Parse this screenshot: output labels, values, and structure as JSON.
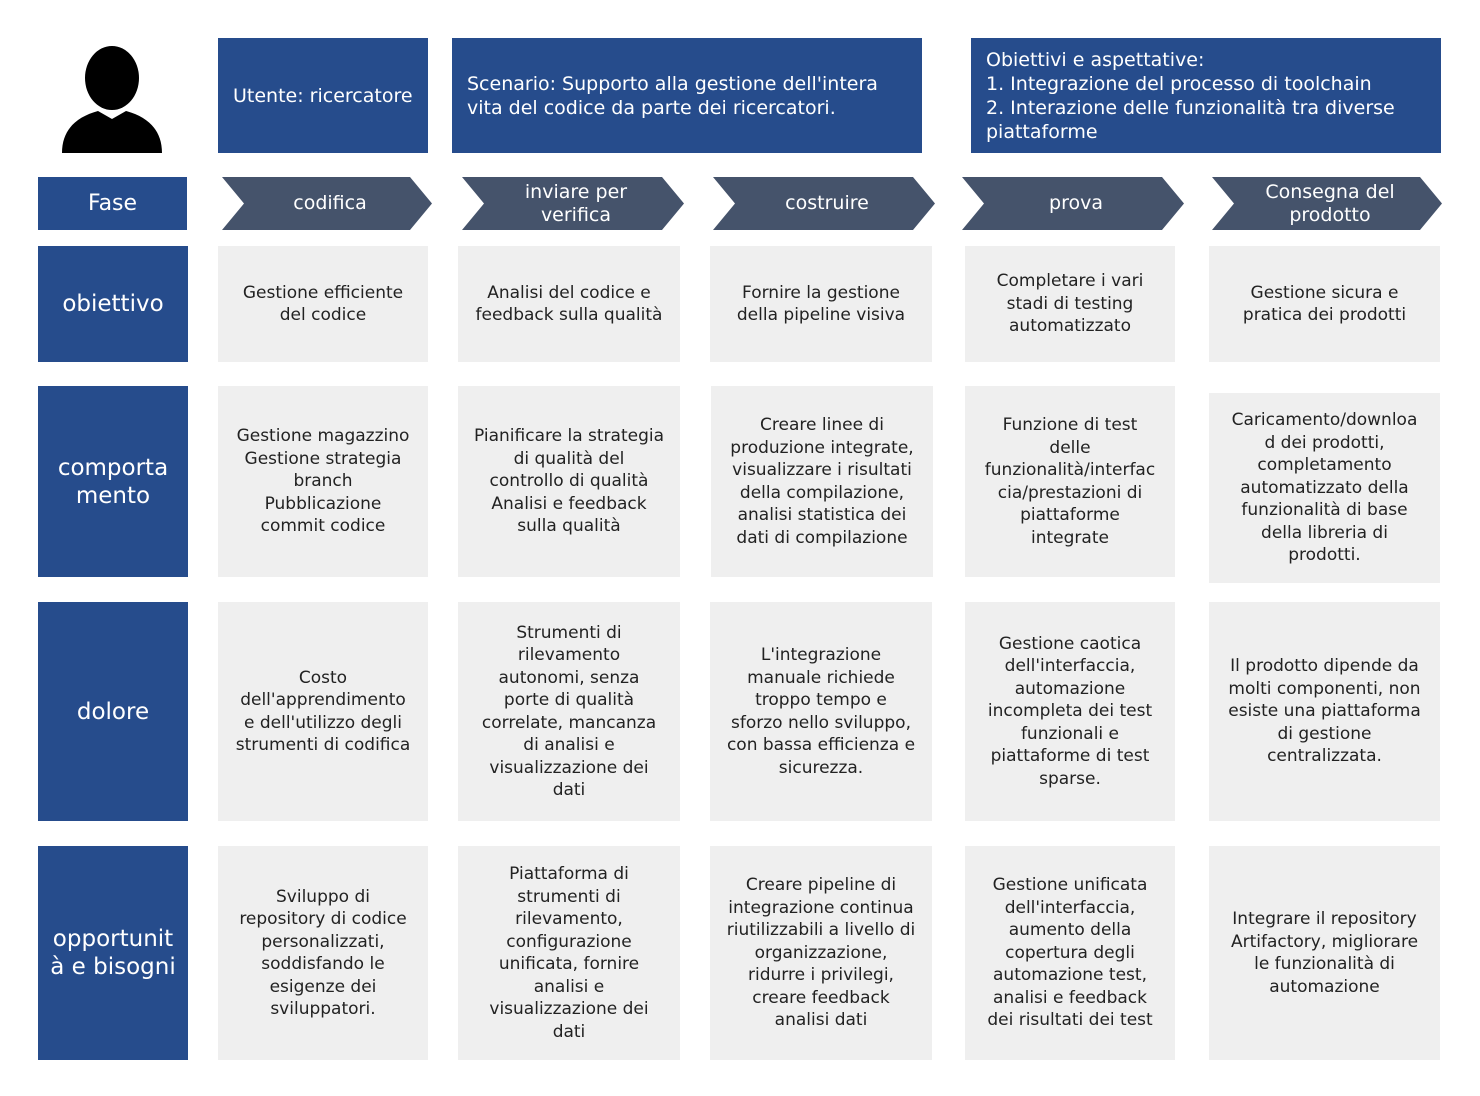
{
  "header": {
    "user": "Utente: ricercatore",
    "scenario": "Scenario: Supporto alla gestione dell'intera\nvita del codice da parte dei ricercatori.",
    "goals": "Obiettivi e aspettative:\n1. Integrazione del processo di toolchain\n2. Interazione delle funzionalità tra diverse\npiattaforme"
  },
  "rows": {
    "phase": "Fase",
    "objective": "obiettivo",
    "behavior": "comporta\nmento",
    "pain": "dolore",
    "opportunity": "opportunit\nà e bisogni"
  },
  "phases": [
    {
      "name": "codifica",
      "objective": "Gestione efficiente\ndel codice",
      "behavior": "Gestione magazzino\nGestione strategia\nbranch\nPubblicazione\ncommit codice",
      "pain": "Costo\ndell'apprendimento\ne dell'utilizzo degli\nstrumenti di codifica",
      "opportunity": "Sviluppo di\nrepository di codice\npersonalizzati,\nsoddisfando le\nesigenze dei\nsviluppatori."
    },
    {
      "name": "inviare per\nverifica",
      "objective": "Analisi del codice e\nfeedback sulla qualità",
      "behavior": "Pianificare la strategia\ndi qualità del\ncontrollo di qualità\nAnalisi e feedback\nsulla qualità",
      "pain": "Strumenti di\nrilevamento\nautonomi, senza\nporte di qualità\ncorrelate, mancanza\ndi analisi e\nvisualizzazione dei\ndati",
      "opportunity": "Piattaforma di\nstrumenti di\nrilevamento,\nconfigurazione\nunificata, fornire\nanalisi e\nvisualizzazione dei\ndati"
    },
    {
      "name": "costruire",
      "objective": "Fornire la gestione\ndella pipeline visiva",
      "behavior": "Creare linee di\nproduzione integrate,\nvisualizzare i risultati\ndella compilazione,\nanalisi statistica dei\ndati di compilazione",
      "pain": "L'integrazione\nmanuale richiede\ntroppo tempo e\nsforzo nello sviluppo,\ncon bassa efficienza e\nsicurezza.",
      "opportunity": "Creare pipeline di\nintegrazione continua\nriutilizzabili a livello di\norganizzazione,\nridurre i privilegi,\ncreare feedback\nanalisi dati"
    },
    {
      "name": "prova",
      "objective": "Completare i vari\nstadi di testing\nautomatizzato",
      "behavior": "Funzione di test\ndelle\nfunzionalità/interfac\ncia/prestazioni di\npiattaforme\nintegrate",
      "pain": "Gestione caotica\ndell'interfaccia,\nautomazione\nincompleta dei test\nfunzionali e\npiattaforme di test\nsparse.",
      "opportunity": "Gestione unificata\ndell'interfaccia,\naumento della\ncopertura degli\nautomazione test,\nanalisi e feedback\ndei risultati dei test"
    },
    {
      "name": "Consegna del\nprodotto",
      "objective": "Gestione sicura e\npratica dei prodotti",
      "behavior": "Caricamento/downloa\nd dei prodotti,\ncompletamento\nautomatizzato della\nfunzionalità di base\ndella libreria di\nprodotti.",
      "pain": "Il prodotto dipende da\nmolti componenti, non\nesiste una piattaforma\ndi gestione\ncentralizzata.",
      "opportunity": "Integrare il repository\nArtifactory, migliorare\nle funzionalità di\nautomazione"
    }
  ]
}
